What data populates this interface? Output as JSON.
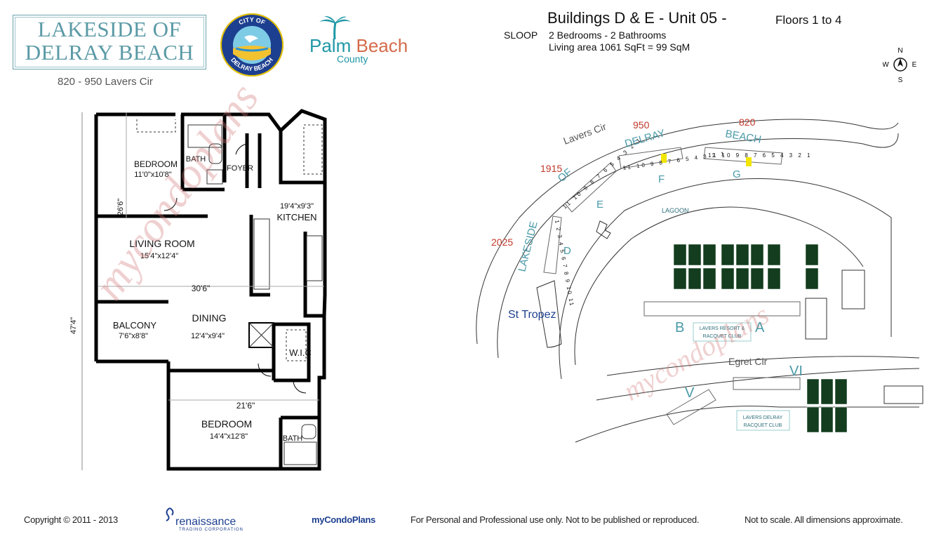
{
  "brand": {
    "title_line1": "LAKESIDE OF",
    "title_line2": "DELRAY BEACH",
    "address": "820 - 950  Lavers Cir",
    "seal_top": "CITY OF",
    "seal_bottom": "DELRAY BEACH",
    "county_name_a": "Palm",
    "county_name_b": "Beach",
    "county_sub": "County"
  },
  "header": {
    "title": "Buildings D & E  -  Unit 05  -",
    "floors": "Floors 1 to 4",
    "model": "SLOOP",
    "rooms": "2 Bedrooms  - 2 Bathrooms",
    "living_area": "Living area      1061 SqFt =  99  SqM"
  },
  "compass": {
    "n": "N",
    "s": "S",
    "e": "E",
    "w": "W"
  },
  "floor_plan": {
    "rooms": [
      {
        "label": "BEDROOM",
        "dims": "11'0\"x10'8\""
      },
      {
        "label": "BATH",
        "dims": ""
      },
      {
        "label": "FOYER",
        "dims": ""
      },
      {
        "label": "KITCHEN",
        "dims": "19'4\"x9'3\""
      },
      {
        "label": "LIVING ROOM",
        "dims": "15'4\"x12'4\""
      },
      {
        "label": "DINING",
        "dims": "12'4\"x9'4\""
      },
      {
        "label": "BALCONY",
        "dims": "7'6\"x8'8\""
      },
      {
        "label": "W.I.C",
        "dims": ""
      },
      {
        "label": "BEDROOM",
        "dims": "14'4\"x12'8\""
      },
      {
        "label": "BATH",
        "dims": ""
      }
    ],
    "dimensions": [
      "26'6\"",
      "30'6\"",
      "21'6\"",
      "47'4\""
    ]
  },
  "site_map": {
    "streets": [
      "Lavers Cir",
      "Egret Cir"
    ],
    "address_numbers": [
      "950",
      "820",
      "1915",
      "2025"
    ],
    "community_words": [
      "LAKESIDE",
      "OF",
      "DELRAY",
      "BEACH"
    ],
    "buildings": [
      "D",
      "E",
      "F",
      "G",
      "B",
      "A",
      "V",
      "VI"
    ],
    "features": [
      "LAGOON",
      "St Tropez"
    ],
    "clubs": [
      "LAVERS RESORT &",
      "RACQUET CLUB",
      "LAVERS DELRAY",
      "RACQUET CLUB"
    ],
    "building_g_units": [
      "11",
      "10",
      "9",
      "8",
      "7",
      "6",
      "5",
      "4",
      "3",
      "2",
      "1"
    ],
    "building_f_units": [
      "11",
      "10",
      "9",
      "8",
      "7",
      "6",
      "5",
      "4",
      "3",
      "2",
      "1"
    ],
    "building_e_units": [
      "11",
      "10",
      "9",
      "8",
      "7",
      "6",
      "5",
      "4",
      "3",
      "2",
      "1"
    ],
    "building_d_units": [
      "1",
      "2",
      "3",
      "4",
      "5",
      "6",
      "7",
      "8",
      "9",
      "10",
      "11"
    ],
    "highlight_color": "#f2e600"
  },
  "watermark": "mycondoplans",
  "footer": {
    "copyright": "Copyright © 2011 - 2013",
    "company": "renaissance",
    "company_sub": "TRADING CORPORATION",
    "site": "myCondoPlans",
    "usage": "For Personal and Professional use only.  Not to be published or reproduced.",
    "scale": "Not to scale.  All dimensions approximate."
  }
}
